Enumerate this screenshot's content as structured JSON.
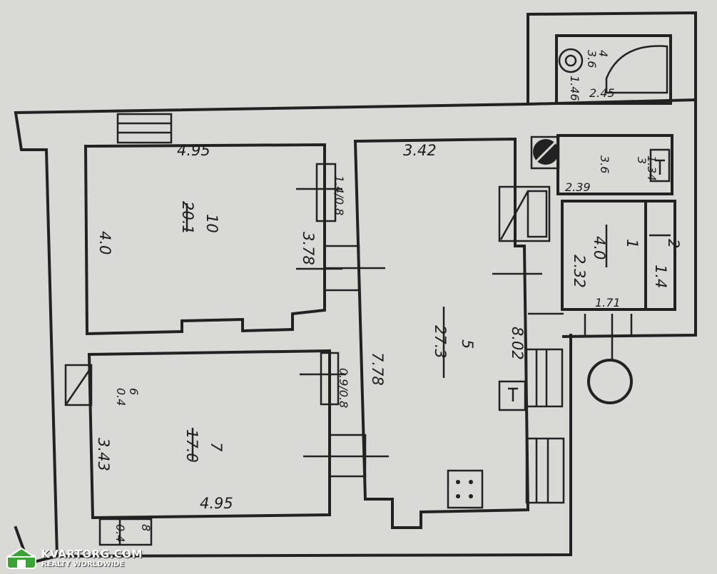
{
  "rooms": {
    "room10": {
      "number": "10",
      "area": "20.1",
      "top_dim": "4.95",
      "left_dim": "4.0",
      "right_dim": "3.78",
      "niche_dim": "1.4/0.8"
    },
    "room7": {
      "number": "7",
      "area": "17.0",
      "bottom_dim": "4.95",
      "left_dim": "3.43",
      "niche_dim": "0.9/0.8"
    },
    "room6": {
      "number": "6",
      "area": "0.4"
    },
    "room8": {
      "number": "8",
      "area": "0.4"
    },
    "room5": {
      "number": "5",
      "area": "27.3",
      "top_dim": "3.42",
      "left_dim": "7.78",
      "right_dim": "8.02"
    },
    "room4": {
      "number": "4",
      "area": "3.6",
      "dim_a": "1.46",
      "dim_b": "2.45"
    },
    "room3": {
      "number": "3",
      "area": "3.6",
      "dim_a": "1.34",
      "dim_b": "2.39"
    },
    "room1": {
      "number": "1",
      "area": "4.0",
      "dim_a": "2.32",
      "dim_b": "1.71"
    },
    "room2": {
      "number": "2",
      "area": "1.4"
    }
  },
  "logo": {
    "brand": "KVARTORG.COM",
    "tagline": "REALTY WORLDWIDE",
    "accent": "#3aa535"
  }
}
